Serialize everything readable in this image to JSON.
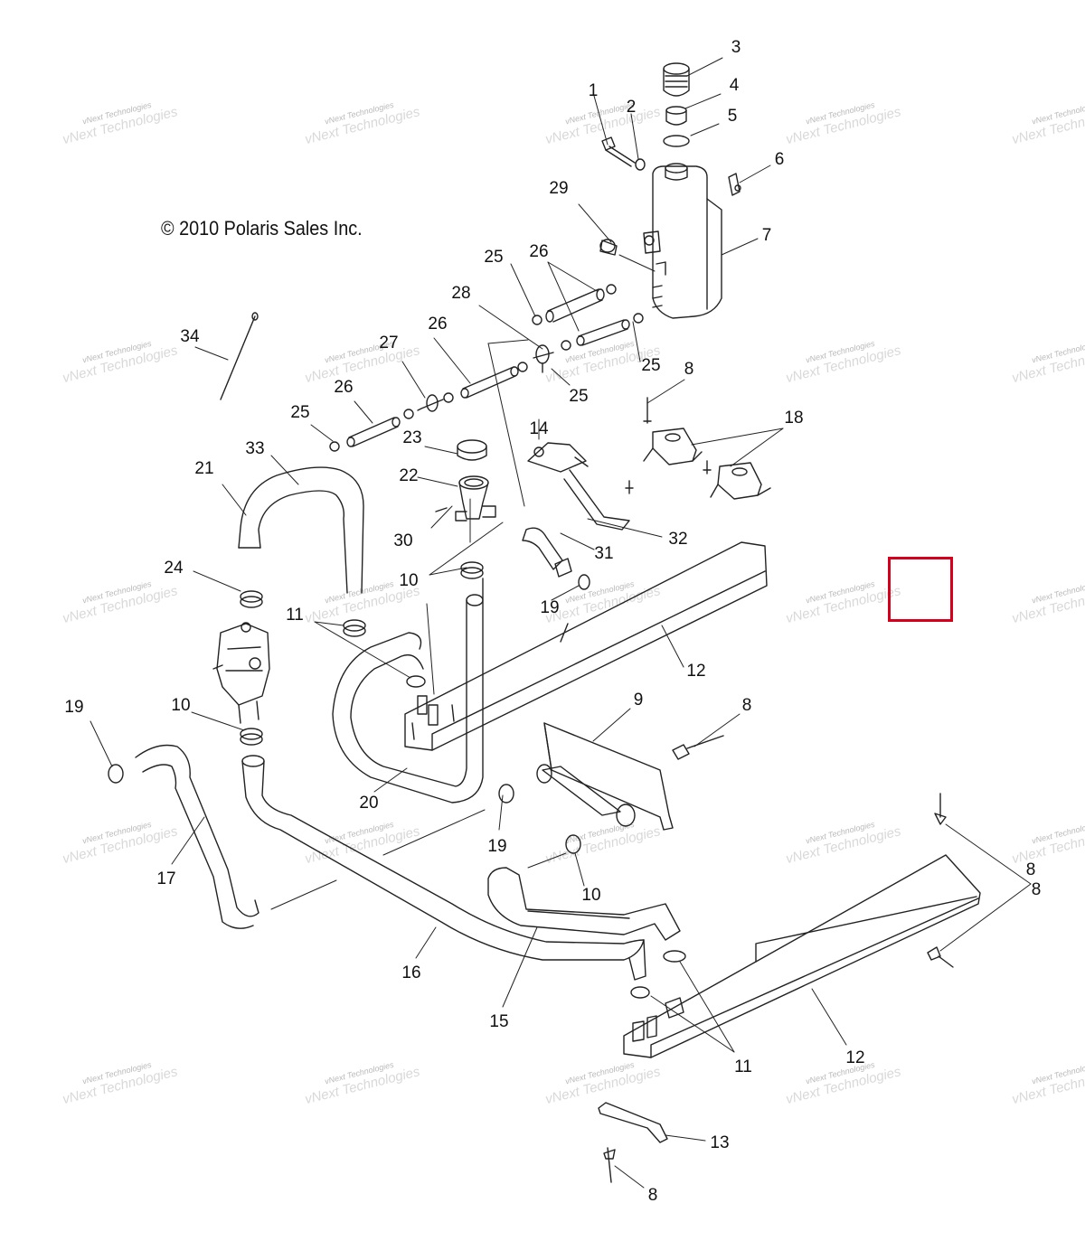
{
  "copyright": "© 2010 Polaris Sales Inc.",
  "watermark": {
    "line1": "vNext Technologies",
    "line2": "vNext Technologies"
  },
  "highlight_color": "#d6001c",
  "callouts": [
    "1",
    "2",
    "3",
    "4",
    "5",
    "6",
    "7",
    "8",
    "8",
    "8",
    "8",
    "8",
    "9",
    "10",
    "10",
    "10",
    "11",
    "11",
    "12",
    "12",
    "13",
    "14",
    "15",
    "16",
    "17",
    "18",
    "19",
    "19",
    "19",
    "20",
    "21",
    "22",
    "23",
    "24",
    "25",
    "25",
    "25",
    "25",
    "26",
    "26",
    "26",
    "27",
    "28",
    "29",
    "30",
    "31",
    "32",
    "33",
    "34"
  ]
}
